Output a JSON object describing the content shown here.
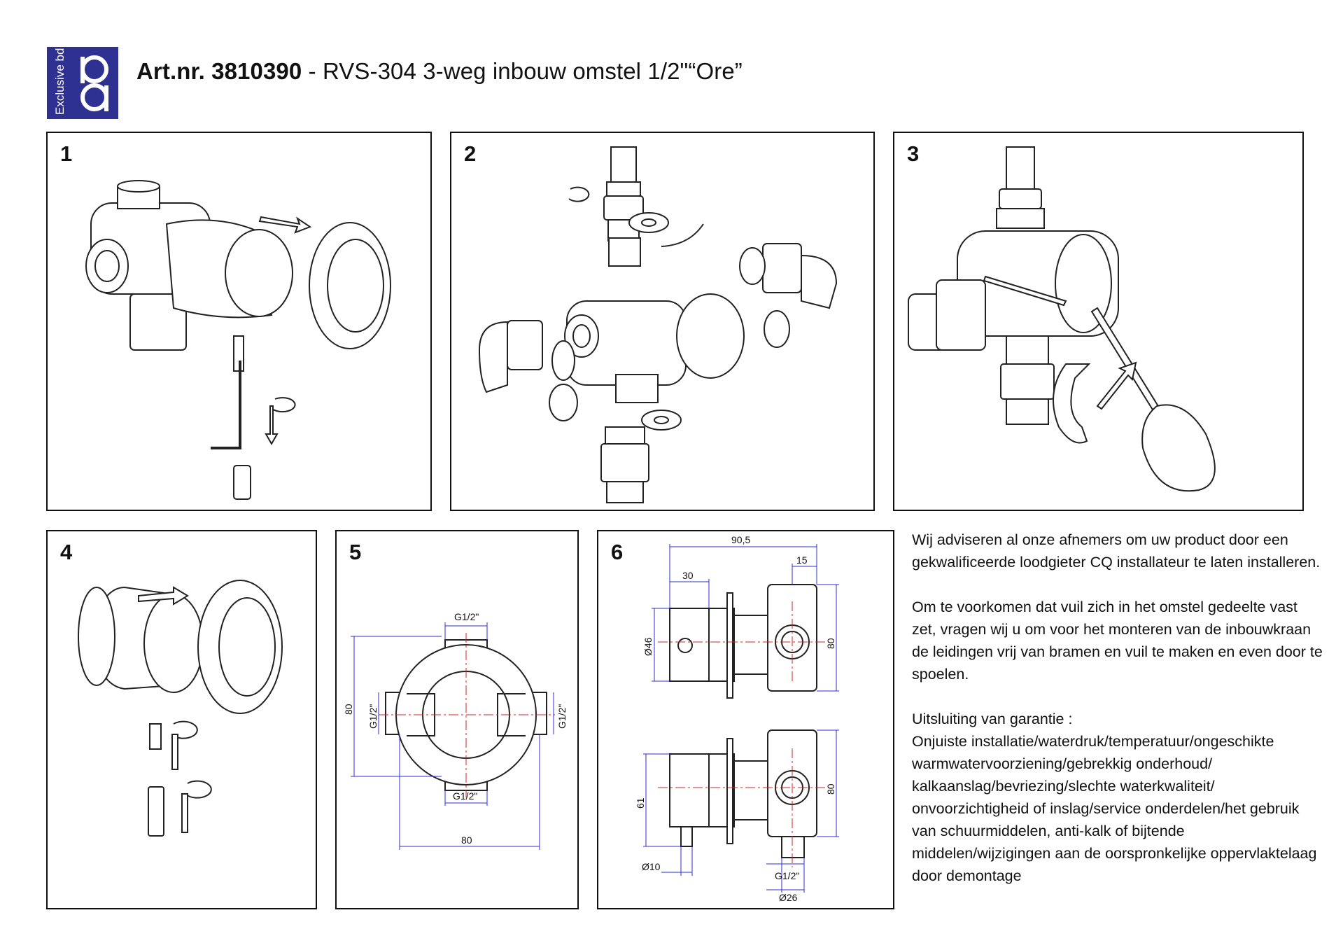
{
  "header": {
    "logo_text": "Exclusive bd",
    "article_label": "Art.nr. 3810390",
    "description": " - RVS-304 3-weg inbouw omstel 1/2\"“Ore”"
  },
  "panels": [
    {
      "number": "1"
    },
    {
      "number": "2"
    },
    {
      "number": "3"
    },
    {
      "number": "4"
    },
    {
      "number": "5"
    },
    {
      "number": "6"
    }
  ],
  "dimensions": {
    "p5": {
      "top": "G1/2\"",
      "left": "G1/2\"",
      "right": "G1/2\"",
      "bottom": "G1/2\"",
      "height": "80",
      "width": "80"
    },
    "p6": {
      "total": "90,5",
      "flange": "30",
      "nipple": "15",
      "diameter": "Ø46",
      "height_top": "80",
      "height_bottom": "80",
      "depth": "61",
      "pin": "Ø10",
      "thread": "G1/2\"",
      "outlet": "Ø26"
    }
  },
  "notes": {
    "advice": "Wij adviseren al onze afnemers om uw product door een gekwalificeerde loodgieter CQ installateur te laten installeren.",
    "cleaning": "Om te voorkomen dat vuil zich in het omstel gedeelte vast zet, vragen wij u om voor het monteren van de inbouwkraan de leidingen vrij van bramen en vuil te maken en even door te spoelen.",
    "warranty_title": "Uitsluiting van garantie :",
    "warranty_text": "Onjuiste installatie/waterdruk/temperatuur/ongeschikte warmwatervoorziening/gebrekkig onderhoud/ kalkaanslag/bevriezing/slechte waterkwaliteit/ onvoorzichtigheid of inslag/service onderdelen/het gebruik van schuurmiddelen, anti-kalk of bijtende middelen/wijzigingen aan de oorspronkelijke oppervlaktelaag  door demontage"
  },
  "colors": {
    "logo": "#2e3192",
    "dimension_line": "#2b2bd6",
    "center_line": "#d42020"
  }
}
